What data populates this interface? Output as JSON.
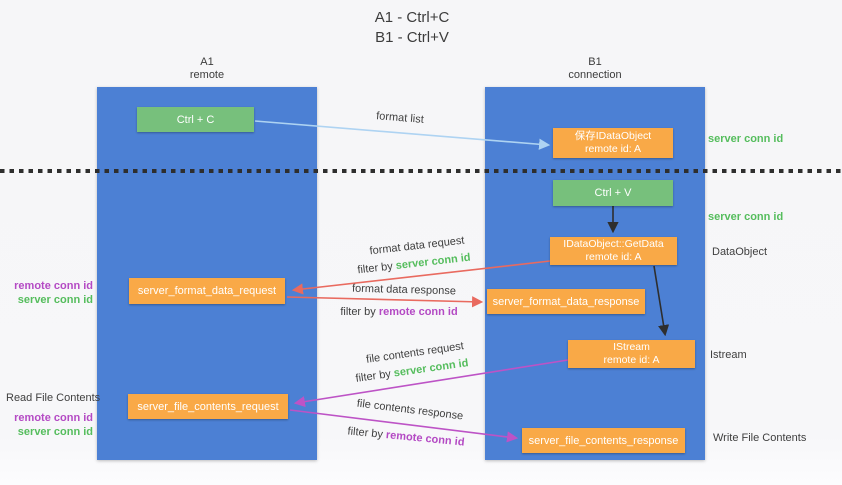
{
  "title": {
    "line1": "A1 - Ctrl+C",
    "line2": "B1 - Ctrl+V"
  },
  "lifelines": {
    "a1": {
      "name": "A1",
      "role": "remote"
    },
    "b1": {
      "name": "B1",
      "role": "connection"
    }
  },
  "nodes": {
    "ctrl_c": {
      "label": "Ctrl + C"
    },
    "ctrl_v": {
      "label": "Ctrl + V"
    },
    "save_dataobject": {
      "line1": "保存IDataObject",
      "line2": "remote id: A"
    },
    "getdata": {
      "line1": "IDataObject::GetData",
      "line2": "remote id: A"
    },
    "istream": {
      "line1": "IStream",
      "line2": "remote id: A"
    },
    "format_request": {
      "label": "server_format_data_request"
    },
    "format_response": {
      "label": "server_format_data_response"
    },
    "file_request": {
      "label": "server_file_contents_request"
    },
    "file_response": {
      "label": "server_file_contents_response"
    }
  },
  "labels": {
    "format_list": "format list",
    "format_data_request": "format data request",
    "format_data_response": "format data response",
    "file_contents_request": "file contents request",
    "file_contents_response": "file contents response",
    "filter_by": "filter by",
    "server_conn_id": "server conn id",
    "remote_conn_id": "remote conn id",
    "read_file_contents": "Read File Contents",
    "write_file_contents": "Write File Contents",
    "dataobject": "DataObject",
    "istream_side": "Istream"
  },
  "colors": {
    "lifeline_blue": "#4c80d4",
    "green_node": "#77c07c",
    "orange_node": "#f9a947",
    "green_text": "#55bd5d",
    "purple_text": "#b44ac4",
    "red_arrow": "#e96a5f",
    "magenta_arrow": "#bd53c6",
    "lightblue_arrow": "#aed3f2",
    "black_arrow": "#2e2e2e"
  }
}
